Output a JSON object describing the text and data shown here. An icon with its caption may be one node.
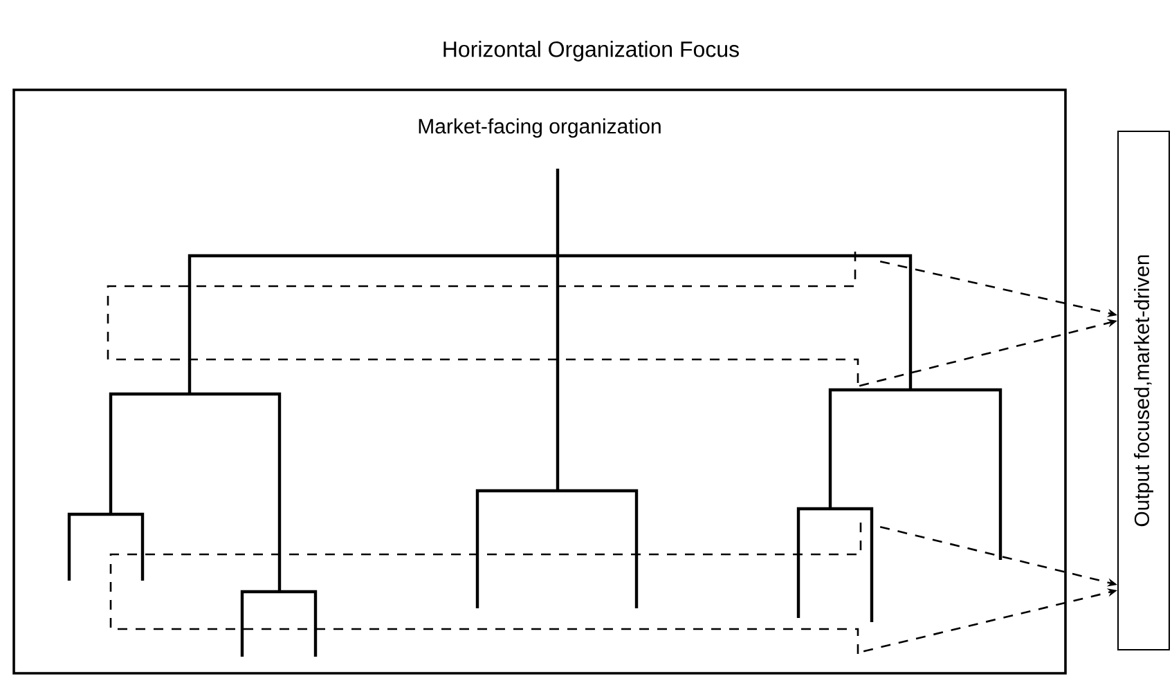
{
  "diagram": {
    "title": "Horizontal Organization Focus",
    "nodes": [
      {
        "text": [
          "Market-facing organization"
        ]
      },
      {
        "text": [
          "Output focused,market-driven"
        ]
      }
    ],
    "edges": [
      {
        "from": 0,
        "to": 1,
        "arrow": "to",
        "style": "dashed"
      },
      {
        "from": 0,
        "to": 1,
        "arrow": "to",
        "style": "dashed"
      },
      {
        "from": 0,
        "to": 1,
        "arrow": "to",
        "style": "dashed"
      },
      {
        "from": 0,
        "to": 1,
        "arrow": "to",
        "style": "dashed"
      }
    ]
  }
}
